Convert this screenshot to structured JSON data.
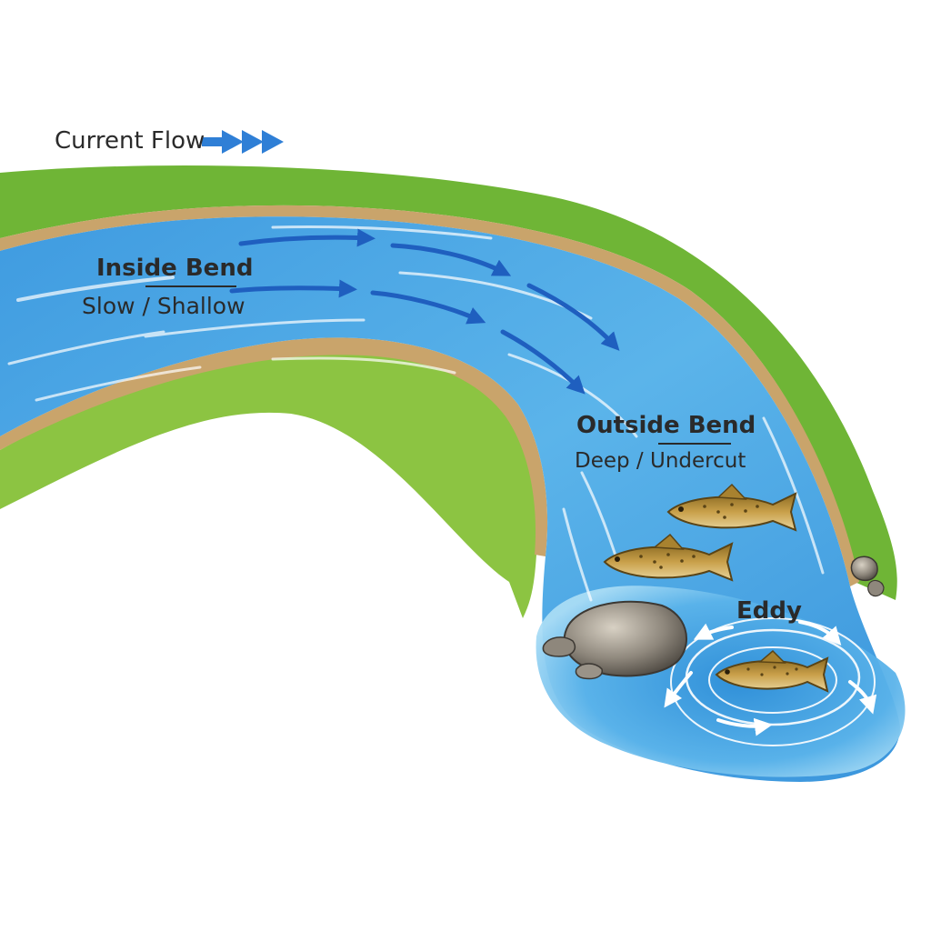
{
  "legend": {
    "label": "Current Flow",
    "arrow_color": "#2f7fd6"
  },
  "labels": {
    "inside_bend": {
      "title": "Inside Bend",
      "subtitle": "Slow / Shallow"
    },
    "outside_bend": {
      "title": "Outside Bend",
      "subtitle": "Deep / Undercut"
    },
    "eddy": {
      "title": "Eddy"
    }
  },
  "colors": {
    "water": "#4aa6e4",
    "water_light": "#8fd0f2",
    "grass": "#7dbd3a",
    "grass_dark": "#4e9a2a",
    "bank": "#c9a46b",
    "flow_arrow": "#1f5fbf",
    "fish": "#b8903a",
    "rock": "#7a746c"
  },
  "icons": [
    "flow-arrow-icon",
    "fish-icon",
    "rock-icon",
    "eddy-swirl-icon"
  ]
}
